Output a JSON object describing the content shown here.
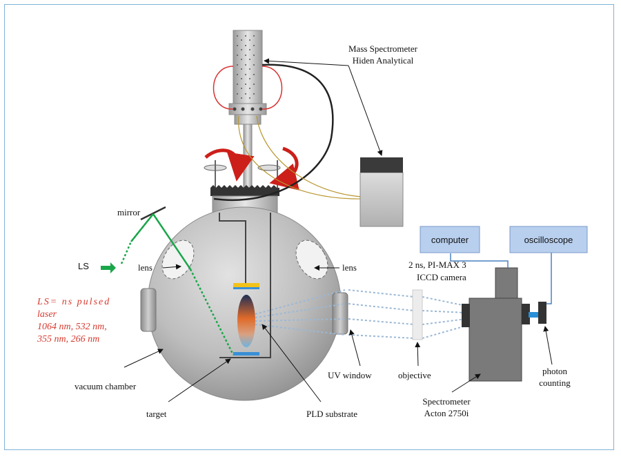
{
  "labels": {
    "mass_spec_line1": "Mass Spectrometer",
    "mass_spec_line2": "Hiden Analytical",
    "mirror": "mirror",
    "ls": "LS",
    "lens_left": "lens",
    "lens_right": "lens",
    "vacuum_chamber": "vacuum chamber",
    "target": "target",
    "pld_substrate": "PLD substrate",
    "uv_window": "UV window",
    "objective": "objective",
    "camera_line1": "2 ns, PI-MAX 3",
    "camera_line2": "ICCD camera",
    "computer": "computer",
    "oscilloscope": "oscilloscope",
    "spectrometer_line1": "Spectrometer",
    "spectrometer_line2": "Acton 2750i",
    "photon_line1": "photon",
    "photon_line2": "counting"
  },
  "laser_note": {
    "line1": "LS= ns pulsed",
    "line2": "laser",
    "line3": "1064 nm, 532 nm,",
    "line4": "355 nm, 266 nm"
  },
  "colors": {
    "frame": "#7fb2d6",
    "laser_beam": "#1aa64a",
    "note_text": "#d63a2f",
    "arrow_red": "#cc1f1a",
    "box_fill": "#b8cfee",
    "box_border": "#7a98c8",
    "ray": "#9bb8d6"
  }
}
